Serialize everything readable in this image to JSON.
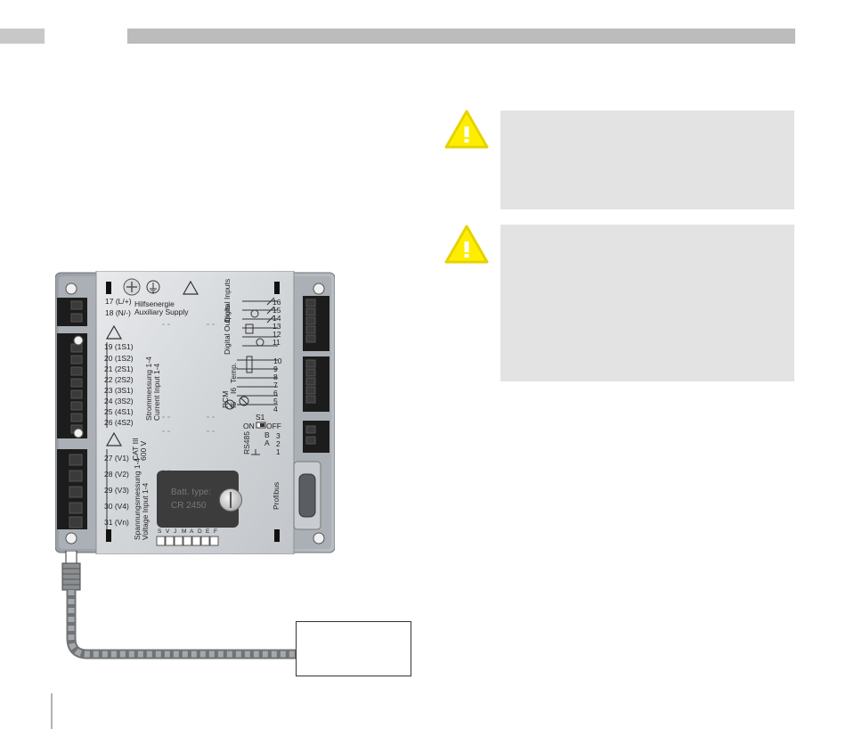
{
  "header": {
    "bar_color_left": "#c8c8c8",
    "bar_color_right": "#bcbcbc"
  },
  "notes": {
    "background": "#e3e3e3",
    "warning_icon": "warning-triangle-icon",
    "warning_color": "#ffed00"
  },
  "device": {
    "aux_supply": {
      "t17": "17 (L/+)",
      "t18": "18 (N/-)",
      "label_de": "Hilfsenergie",
      "label_en": "Auxiliary Supply"
    },
    "current_inputs": {
      "terminals": [
        "19 (1S1)",
        "20 (1S2)",
        "21 (2S1)",
        "22 (2S2)",
        "23 (3S1)",
        "24 (3S2)",
        "25 (4S1)",
        "26 (4S2)"
      ],
      "label_de": "Strommessung 1-4",
      "label_en": "Current Input 1-4"
    },
    "voltage_inputs": {
      "terminals": [
        "27 (V1)",
        "28 (V2)",
        "29 (V3)",
        "30 (V4)",
        "31 (Vn)"
      ],
      "label_de": "Spannungsmessung 1-4",
      "label_en": "Voltage Input 1-4",
      "cat": "CAT III",
      "volt": "600 V"
    },
    "digital": {
      "label_inputs": "Digital Inputs",
      "label_outputs": "Digital Outputs",
      "terminals": [
        "16",
        "15",
        "14",
        "13",
        "12",
        "11"
      ]
    },
    "temp_rcm": {
      "label_temp": "Temp.",
      "label_rcm": "RCM",
      "label_i5": "I5",
      "label_i6": "I6",
      "terminals": [
        "10",
        "9",
        "8",
        "7",
        "6",
        "5",
        "4"
      ]
    },
    "switch": {
      "name": "S1",
      "on": "ON",
      "off": "OFF"
    },
    "rs485": {
      "label": "RS485",
      "b": "B",
      "a": "A",
      "t3": "3",
      "t2": "2",
      "t1": "1"
    },
    "profibus": "Profibus",
    "battery": {
      "line1": "Batt. type:",
      "line2": "CR 2450"
    },
    "dip_letters": [
      "S",
      "V",
      "J",
      "M",
      "A",
      "D",
      "E",
      "F"
    ]
  }
}
